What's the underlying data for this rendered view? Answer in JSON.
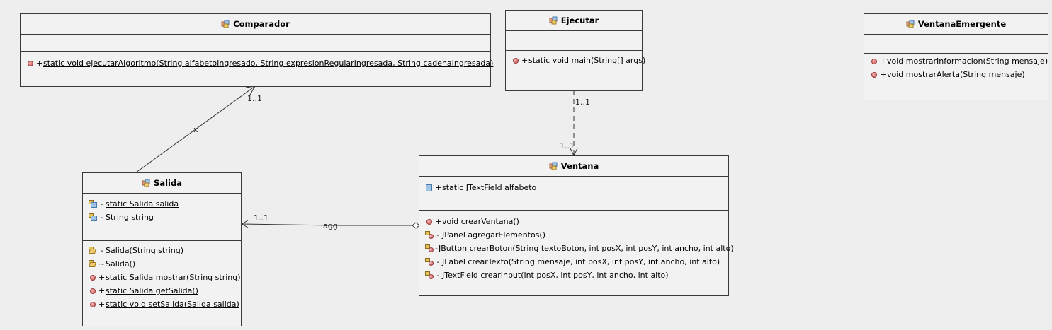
{
  "classes": {
    "comparador": {
      "name": "Comparador",
      "methods": [
        {
          "vis": "+",
          "text": "static void ejecutarAlgoritmo(String alfabetoIngresado, String expresionRegularIngresada, String cadenaIngresada)",
          "static": true
        }
      ]
    },
    "ejecutar": {
      "name": "Ejecutar",
      "methods": [
        {
          "vis": "+",
          "text": "static void main(String[] args)",
          "static": true
        }
      ]
    },
    "ventana_emergente": {
      "name": "VentanaEmergente",
      "methods": [
        {
          "vis": "+",
          "text": "void mostrarInformacion(String mensaje)"
        },
        {
          "vis": "+",
          "text": "void mostrarAlerta(String mensaje)"
        }
      ]
    },
    "salida": {
      "name": "Salida",
      "attributes": [
        {
          "vis": "-",
          "text": "static Salida salida",
          "static": true
        },
        {
          "vis": "-",
          "text": "String string"
        }
      ],
      "methods": [
        {
          "vis": "-",
          "text": "Salida(String string)"
        },
        {
          "vis": "~",
          "text": "Salida()"
        },
        {
          "vis": "+",
          "text": "static Salida mostrar(String string)",
          "static": true
        },
        {
          "vis": "+",
          "text": "static Salida getSalida()",
          "static": true
        },
        {
          "vis": "+",
          "text": "static void setSalida(Salida salida)",
          "static": true
        }
      ]
    },
    "ventana": {
      "name": "Ventana",
      "attributes": [
        {
          "vis": "+",
          "text": "static JTextField alfabeto",
          "static": true
        }
      ],
      "methods": [
        {
          "vis": "+",
          "text": "void crearVentana()"
        },
        {
          "vis": "-",
          "text": "JPanel agregarElementos()"
        },
        {
          "vis": "-",
          "text": "JButton crearBoton(String textoBoton, int posX, int posY, int ancho, int alto)"
        },
        {
          "vis": "-",
          "text": "JLabel crearTexto(String mensaje, int posX, int posY, int ancho, int alto)"
        },
        {
          "vis": "-",
          "text": "JTextField crearInput(int posX, int posY, int ancho, int alto)"
        }
      ]
    }
  },
  "relations": {
    "salida_comparador": {
      "mult": "1..1",
      "mark": "x"
    },
    "ejecutar_ventana": {
      "mult_top": "1..1",
      "mult_bottom": "1..1"
    },
    "ventana_salida": {
      "mult": "1..1",
      "label": "agg"
    }
  },
  "icons": {
    "class": "class-icon",
    "method": "method-icon",
    "private_method": "private-method-icon",
    "field": "field-icon",
    "static_field": "static-field-icon",
    "constructor": "constructor-icon"
  },
  "colors": {
    "background": "#eeeeee",
    "class_fill": "#f2f2f2",
    "border": "#3a3a3a"
  }
}
